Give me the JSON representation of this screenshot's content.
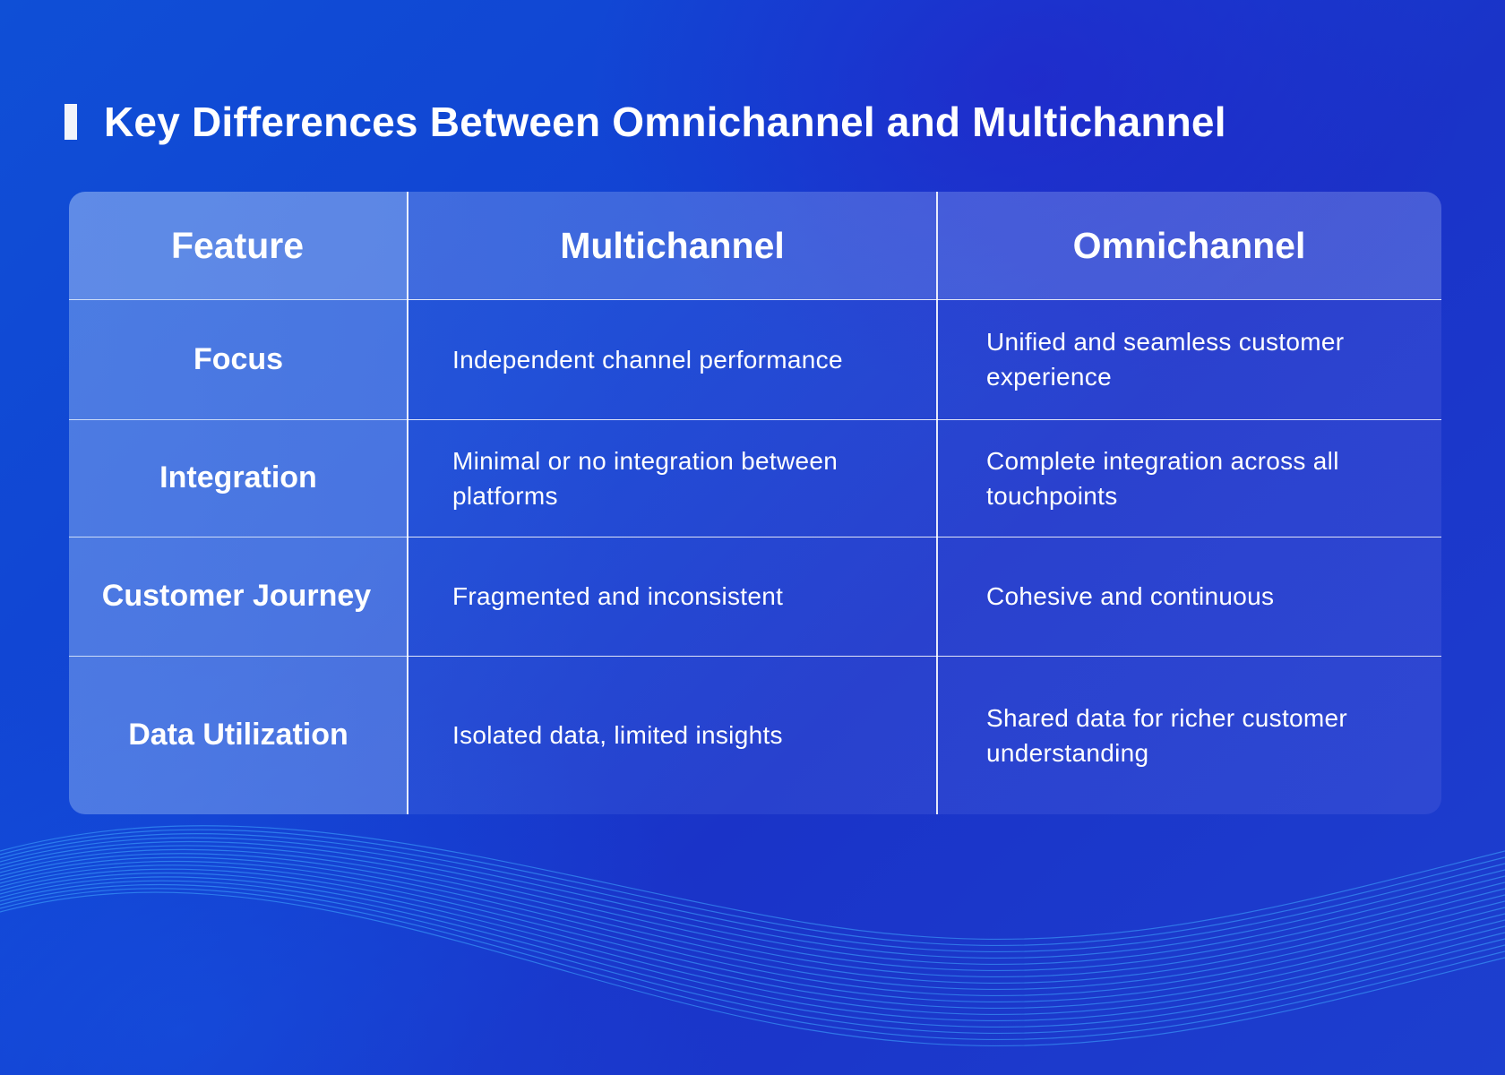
{
  "title": "Key Differences Between Omnichannel and Multichannel",
  "colors": {
    "background_start": "#0f4fd6",
    "background_end": "#1a33c8",
    "text": "#ffffff",
    "wave_lines": "#3fa9ff"
  },
  "table": {
    "headers": [
      "Feature",
      "Multichannel",
      "Omnichannel"
    ],
    "rows": [
      {
        "feature": "Focus",
        "multichannel": "Independent channel performance",
        "omnichannel": "Unified and seamless customer experience"
      },
      {
        "feature": "Integration",
        "multichannel": "Minimal or no integration between platforms",
        "omnichannel": "Complete integration across all touchpoints"
      },
      {
        "feature": "Customer Journey",
        "multichannel": "Fragmented and inconsistent",
        "omnichannel": "Cohesive and continuous"
      },
      {
        "feature": "Data Utilization",
        "multichannel": "Isolated data, limited insights",
        "omnichannel": "Shared data for richer customer understanding"
      }
    ]
  }
}
